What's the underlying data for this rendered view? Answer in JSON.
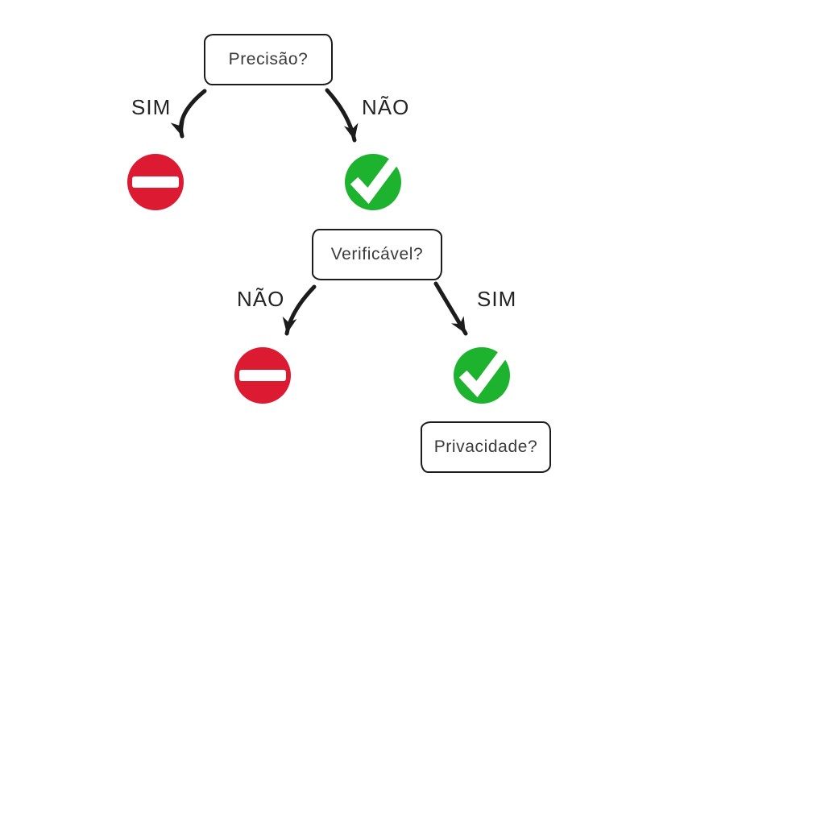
{
  "diagram": {
    "background": "#ffffff",
    "colors": {
      "sketch_stroke": "#1c1c1c",
      "box_text": "#3a3a3a",
      "label_text": "#232323",
      "stop_red": "#dc1a32",
      "check_green": "#1db32f",
      "icon_white": "#ffffff"
    },
    "nodes": [
      {
        "id": "precisao",
        "label": "Precisão?"
      },
      {
        "id": "verificavel",
        "label": "Verificável?"
      },
      {
        "id": "privacidade",
        "label": "Privacidade?"
      }
    ],
    "branches": [
      {
        "from": "precisao",
        "answer": "SIM",
        "outcome": "no-entry"
      },
      {
        "from": "precisao",
        "answer": "NÃO",
        "outcome": "check"
      },
      {
        "from": "verificavel",
        "answer": "NÃO",
        "outcome": "no-entry"
      },
      {
        "from": "verificavel",
        "answer": "SIM",
        "outcome": "check"
      }
    ],
    "icons": [
      {
        "name": "no-entry-icon",
        "meaning": "rejected"
      },
      {
        "name": "check-icon",
        "meaning": "approved"
      },
      {
        "name": "no-entry-icon",
        "meaning": "rejected"
      },
      {
        "name": "check-icon",
        "meaning": "approved"
      }
    ]
  }
}
